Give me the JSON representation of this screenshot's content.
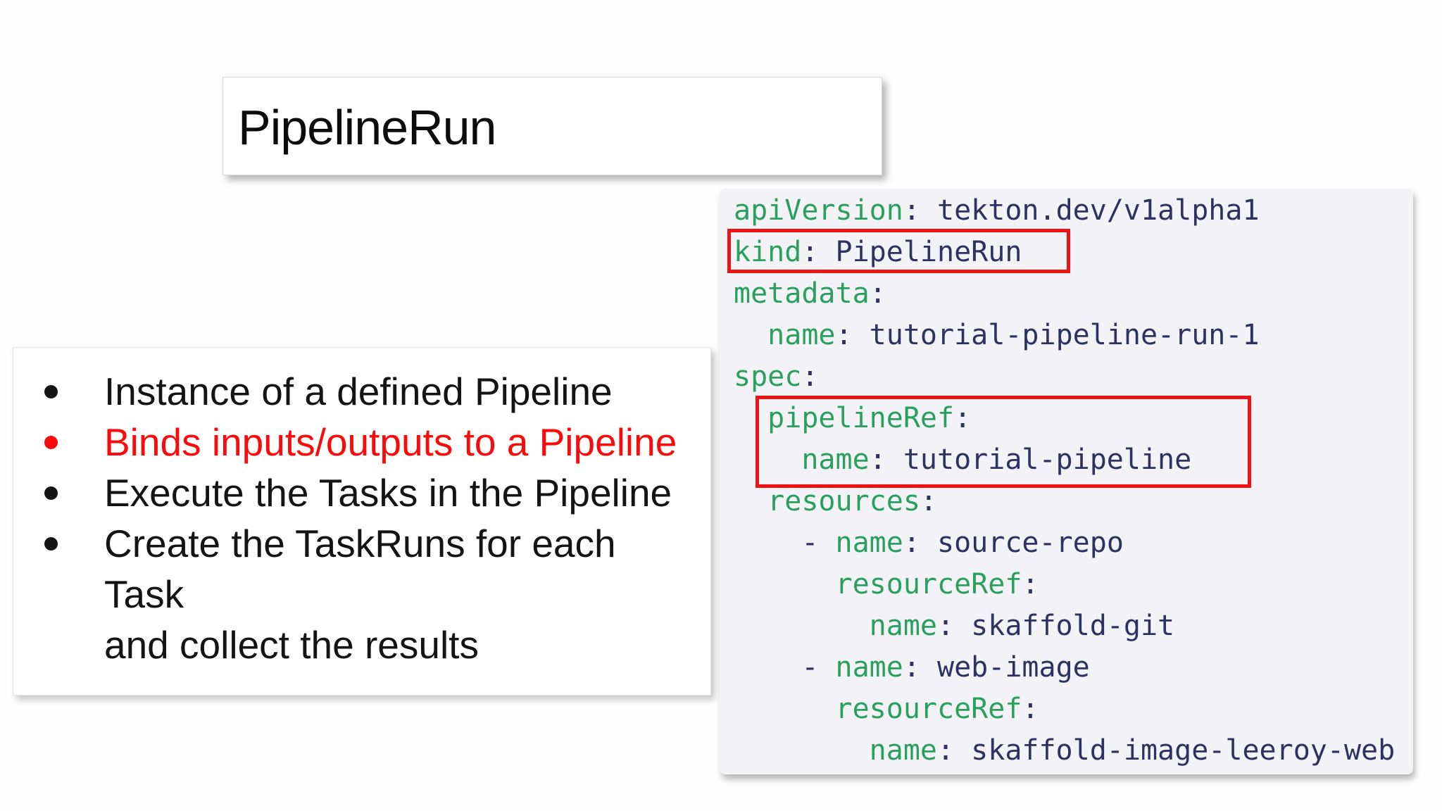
{
  "title_card": {
    "text": "PipelineRun"
  },
  "bullet_card": {
    "red_hex": "#f90b0b",
    "black_hex": "#141414",
    "items": [
      {
        "color": "black",
        "lines": [
          "Instance of a defined Pipeline"
        ]
      },
      {
        "color": "red",
        "lines": [
          "Binds inputs/outputs to a Pipeline"
        ]
      },
      {
        "color": "black",
        "lines": [
          "Execute the Tasks in the Pipeline"
        ]
      },
      {
        "color": "black",
        "lines": [
          "Create the TaskRuns for each Task",
          "and collect the results"
        ]
      }
    ]
  },
  "code_panel": {
    "background": "#f3f3f7",
    "key_color": "#2aa05f",
    "value_color": "#2d3263",
    "highlight_color": "#ee1212",
    "lines": [
      {
        "indent": 0,
        "dash": false,
        "key": "apiVersion",
        "value": "tekton.dev/v1alpha1"
      },
      {
        "indent": 0,
        "dash": false,
        "key": "kind",
        "value": "PipelineRun"
      },
      {
        "indent": 0,
        "dash": false,
        "key": "metadata",
        "value": ""
      },
      {
        "indent": 2,
        "dash": false,
        "key": "name",
        "value": "tutorial-pipeline-run-1"
      },
      {
        "indent": 0,
        "dash": false,
        "key": "spec",
        "value": ""
      },
      {
        "indent": 2,
        "dash": false,
        "key": "pipelineRef",
        "value": ""
      },
      {
        "indent": 4,
        "dash": false,
        "key": "name",
        "value": "tutorial-pipeline"
      },
      {
        "indent": 2,
        "dash": false,
        "key": "resources",
        "value": ""
      },
      {
        "indent": 4,
        "dash": true,
        "key": "name",
        "value": "source-repo"
      },
      {
        "indent": 6,
        "dash": false,
        "key": "resourceRef",
        "value": ""
      },
      {
        "indent": 8,
        "dash": false,
        "key": "name",
        "value": "skaffold-git"
      },
      {
        "indent": 4,
        "dash": true,
        "key": "name",
        "value": "web-image"
      },
      {
        "indent": 6,
        "dash": false,
        "key": "resourceRef",
        "value": ""
      },
      {
        "indent": 8,
        "dash": false,
        "key": "name",
        "value": "skaffold-image-leeroy-web"
      }
    ],
    "highlights": [
      {
        "name": "kind-pipelinerun-highlight"
      },
      {
        "name": "pipelineref-highlight"
      }
    ]
  }
}
